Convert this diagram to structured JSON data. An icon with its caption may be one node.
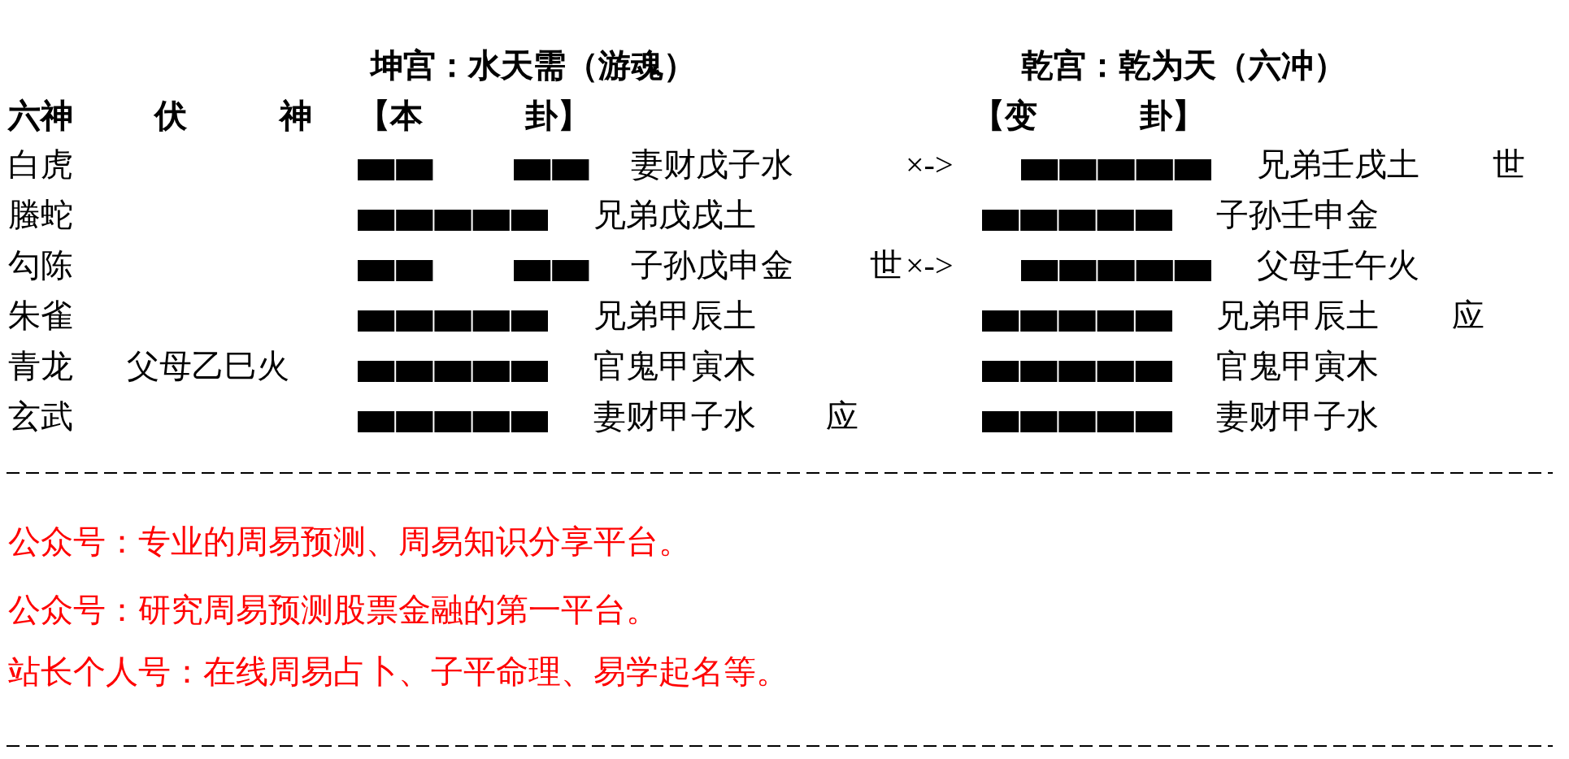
{
  "diagram": {
    "nodes": [
      {
        "text": [],
        "shape": "bars"
      },
      {
        "text": [],
        "shape": "bar"
      },
      {
        "text": [],
        "shape": "bars"
      },
      {
        "text": [],
        "shape": "bar"
      },
      {
        "text": [],
        "shape": "bar"
      },
      {
        "text": [],
        "shape": "bar"
      },
      {
        "text": [],
        "shape": "bar"
      },
      {
        "text": [],
        "shape": "bar"
      },
      {
        "text": [],
        "shape": "bar"
      },
      {
        "text": [],
        "shape": "bar"
      },
      {
        "text": [],
        "shape": "bar"
      },
      {
        "text": [],
        "shape": "bar"
      }
    ],
    "labels": [
      "坤宫：水天需（游魂）",
      "乾宫：乾为天（六冲）",
      "六神",
      "伏 神",
      "【本 卦】",
      "【变 卦】",
      "白虎",
      "妻财戊子水",
      "×->",
      "兄弟壬戌土",
      "世",
      "螣蛇",
      "兄弟戊戌土",
      "子孙壬申金",
      "勾陈",
      "子孙戊申金",
      "世",
      "×->",
      "父母壬午火",
      "朱雀",
      "兄弟甲辰土",
      "兄弟甲辰土",
      "应",
      "青龙",
      "父母乙巳火",
      "官鬼甲寅木",
      "官鬼甲寅木",
      "玄武",
      "妻财甲子水",
      "应",
      "妻财甲子水",
      "公众号：专业的周易预测、周易知识分享平台。",
      "公众号：研究周易预测股票金融的第一平台。",
      "站长个人号：在线周易占卜、子平命理、易学起名等。"
    ]
  }
}
